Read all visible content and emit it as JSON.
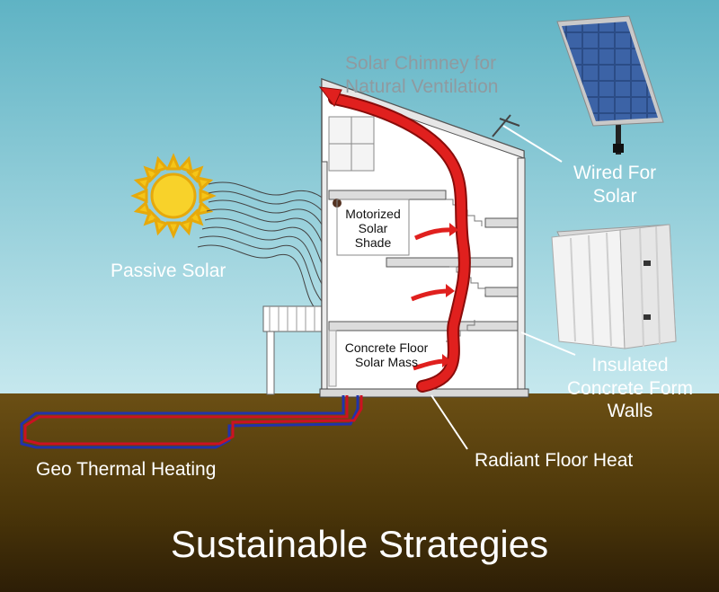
{
  "title": "Sustainable Strategies",
  "labels": {
    "solar_chimney": [
      "Solar Chimney for",
      "Natural Ventilation"
    ],
    "wired_for_solar": [
      "Wired For",
      "Solar"
    ],
    "passive_solar": "Passive Solar",
    "motorized_shade": [
      "Motorized",
      "Solar",
      "Shade"
    ],
    "concrete_floor": [
      "Concrete Floor",
      "Solar Mass"
    ],
    "insulated_concrete": [
      "Insulated",
      "Concrete Form",
      "Walls"
    ],
    "geo_thermal": "Geo Thermal Heating",
    "radiant_floor": "Radiant Floor Heat"
  },
  "colors": {
    "sky_top": "#5fb3c4",
    "sky_bottom": "#c6e8ee",
    "ground_top": "#6b4f14",
    "ground_bottom": "#2d1e06",
    "chimney_arrow": "#e0201e",
    "cold_pipe": "#2233aa",
    "hot_pipe": "#cc1122",
    "sun": "#f5c518"
  },
  "icons": [
    "sun-icon",
    "solar-panel-icon",
    "concrete-form-block-icon",
    "chimney-airflow-arrow-icon",
    "geothermal-pipe-icon"
  ]
}
